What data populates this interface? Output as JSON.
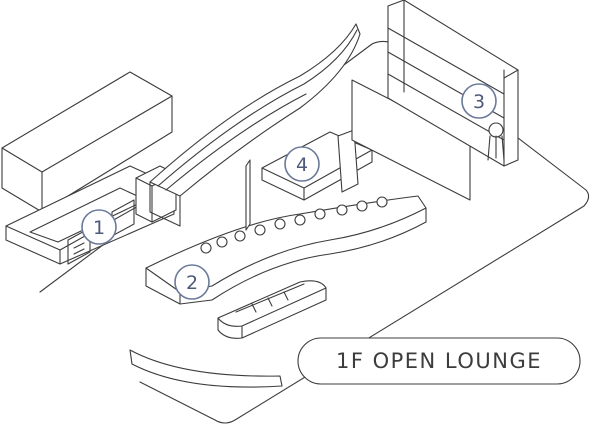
{
  "markers": [
    {
      "label": "1"
    },
    {
      "label": "2"
    },
    {
      "label": "3"
    },
    {
      "label": "4"
    }
  ],
  "floor_label": "1F OPEN LOUNGE",
  "colors": {
    "line": "#3c3c3c",
    "marker_stroke": "#6b7a99",
    "marker_text": "#4d5a78",
    "background": "#ffffff"
  }
}
